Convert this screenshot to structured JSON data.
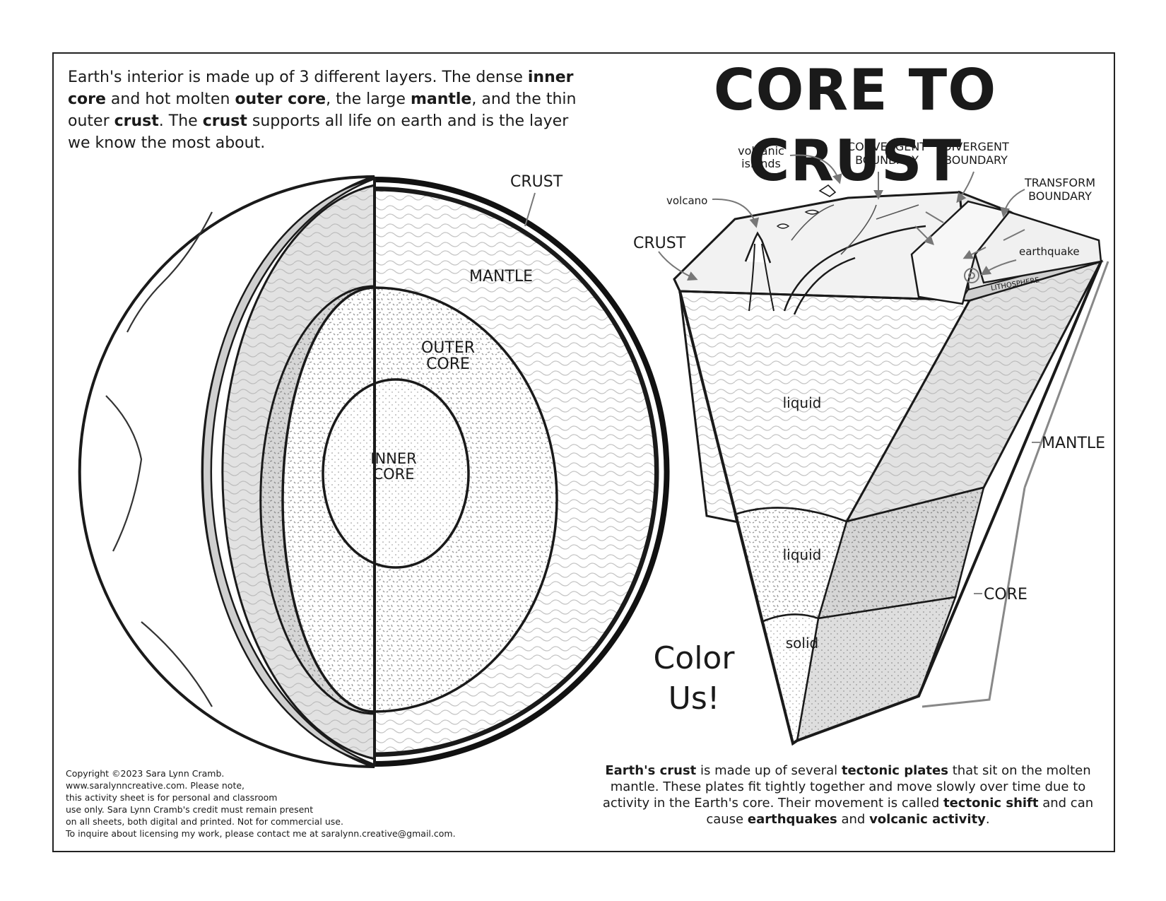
{
  "title": "CORE TO CRUST",
  "intro": {
    "t1": "Earth's interior is made up of 3 different layers. The dense ",
    "b1": "inner core",
    "t2": " and hot molten ",
    "b2": "outer core",
    "t3": ", the large ",
    "b3": "mantle",
    "t4": ", and the thin outer ",
    "b4": "crust",
    "t5": ". The ",
    "b5": "crust",
    "t6": " supports all life on earth and is the layer we know the most about."
  },
  "sphere_labels": {
    "crust": "CRUST",
    "mantle": "MANTLE",
    "outer_core_1": "OUTER",
    "outer_core_2": "CORE",
    "inner_core_1": "INNER",
    "inner_core_2": "CORE"
  },
  "wedge_labels": {
    "volcanic_islands_1": "volcanic",
    "volcanic_islands_2": "islands",
    "convergent_1": "CONVERGENT",
    "convergent_2": "BOUNDARY",
    "divergent_1": "DIVERGENT",
    "divergent_2": "BOUNDARY",
    "transform_1": "TRANSFORM",
    "transform_2": "BOUNDARY",
    "volcano": "volcano",
    "crust": "CRUST",
    "earthquake": "earthquake",
    "lithosphere": "LITHOSPHERE",
    "liquid_mantle": "liquid",
    "liquid_core": "liquid",
    "solid": "solid",
    "mantle": "MANTLE",
    "core": "CORE"
  },
  "color_us_1": "Color",
  "color_us_2": "Us!",
  "bottom": {
    "b1": "Earth's crust",
    "t1": " is made up of several ",
    "b2": "tectonic plates",
    "t2": " that sit on the molten mantle. These plates fit tightly together and move slowly over time due to activity in the Earth's core. Their movement is called ",
    "b3": "tectonic shift",
    "t3": " and can cause ",
    "b4": "earthquakes",
    "t4": " and ",
    "b5": "volcanic activity",
    "t5": "."
  },
  "copyright": [
    "Copyright ©2023 Sara Lynn Cramb.",
    "www.saralynncreative.com. Please note,",
    "this activity sheet is for personal and classroom",
    "use only. Sara Lynn Cramb's credit must remain present",
    "on  all sheets, both digital and printed. Not for commercial use.",
    "To inquire about licensing my work, please contact me at saralynn.creative@gmail.com."
  ]
}
